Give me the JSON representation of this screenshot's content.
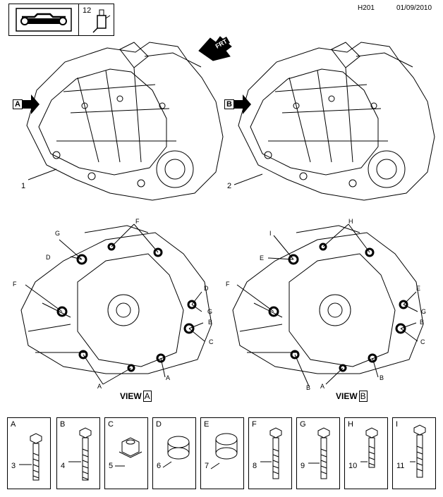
{
  "header": {
    "icon_name": "wrench-book-icon",
    "code": "12",
    "page_ref": "H201",
    "date": "01/09/2010"
  },
  "top": {
    "front_arrow_label": "FRT",
    "view_a_arrow": "A",
    "view_b_arrow": "B",
    "callout_1": "1",
    "callout_2": "2"
  },
  "view_a": {
    "label": "VIEW",
    "letter": "A",
    "callouts": {
      "g": "G",
      "f_top": "F",
      "d_left": "D",
      "f_left": "F",
      "d_right": "D",
      "g_right": "G",
      "b_right": "B",
      "c_right": "C",
      "a_bottom": "A",
      "a_right": "A"
    }
  },
  "view_b": {
    "label": "VIEW",
    "letter": "B",
    "callouts": {
      "i": "I",
      "h": "H",
      "e_left": "E",
      "f_left": "F",
      "e_right": "E",
      "g_right": "G",
      "b_right": "B",
      "c_right": "C",
      "b_bottom": "B",
      "a_bottom": "A",
      "b_bottom2": "B"
    }
  },
  "parts": [
    {
      "letter": "A",
      "number": "3"
    },
    {
      "letter": "B",
      "number": "4"
    },
    {
      "letter": "C",
      "number": "5"
    },
    {
      "letter": "D",
      "number": "6"
    },
    {
      "letter": "E",
      "number": "7"
    },
    {
      "letter": "F",
      "number": "8"
    },
    {
      "letter": "G",
      "number": "9"
    },
    {
      "letter": "H",
      "number": "10"
    },
    {
      "letter": "I",
      "number": "11"
    }
  ]
}
